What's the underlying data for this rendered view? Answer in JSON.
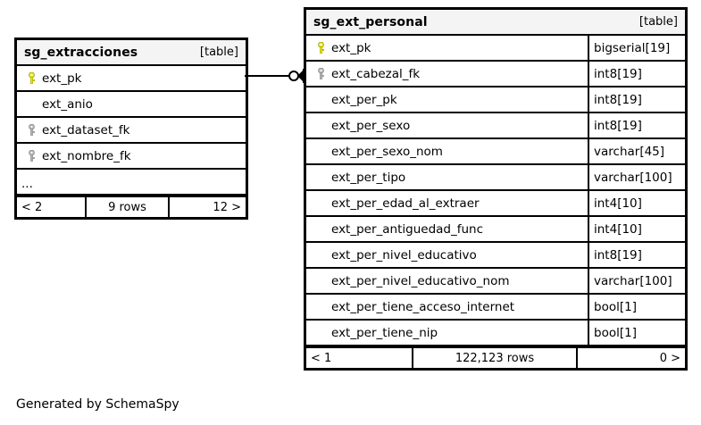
{
  "diagram": {
    "caption": "Generated by SchemaSpy",
    "table_tag": "[table]"
  },
  "tables": {
    "left": {
      "name": "sg_extracciones",
      "tag": "[table]",
      "columns": [
        {
          "key": "primary",
          "name": "ext_pk"
        },
        {
          "key": "none",
          "name": "ext_anio"
        },
        {
          "key": "foreign",
          "name": "ext_dataset_fk"
        },
        {
          "key": "foreign",
          "name": "ext_nombre_fk"
        }
      ],
      "ellipsis": "...",
      "footer": {
        "prev": "< 2",
        "rows": "9 rows",
        "next": "12 >"
      }
    },
    "right": {
      "name": "sg_ext_personal",
      "tag": "[table]",
      "columns": [
        {
          "key": "primary",
          "name": "ext_pk",
          "type": "bigserial[19]"
        },
        {
          "key": "foreign",
          "name": "ext_cabezal_fk",
          "type": "int8[19]"
        },
        {
          "key": "none",
          "name": "ext_per_pk",
          "type": "int8[19]"
        },
        {
          "key": "none",
          "name": "ext_per_sexo",
          "type": "int8[19]"
        },
        {
          "key": "none",
          "name": "ext_per_sexo_nom",
          "type": "varchar[45]"
        },
        {
          "key": "none",
          "name": "ext_per_tipo",
          "type": "varchar[100]"
        },
        {
          "key": "none",
          "name": "ext_per_edad_al_extraer",
          "type": "int4[10]"
        },
        {
          "key": "none",
          "name": "ext_per_antiguedad_func",
          "type": "int4[10]"
        },
        {
          "key": "none",
          "name": "ext_per_nivel_educativo",
          "type": "int8[19]"
        },
        {
          "key": "none",
          "name": "ext_per_nivel_educativo_nom",
          "type": "varchar[100]"
        },
        {
          "key": "none",
          "name": "ext_per_tiene_acceso_internet",
          "type": "bool[1]"
        },
        {
          "key": "none",
          "name": "ext_per_tiene_nip",
          "type": "bool[1]"
        }
      ],
      "footer": {
        "prev": "< 1",
        "rows": "122,123 rows",
        "next": "0 >"
      }
    }
  },
  "relationship": {
    "from_table": "sg_extracciones",
    "from_column": "ext_pk",
    "to_table": "sg_ext_personal",
    "to_column": "ext_cabezal_fk",
    "cardinality": "zero-or-many"
  },
  "colors": {
    "primary_key": "#e8e817",
    "foreign_key": "#b3b3b3",
    "border": "#000000",
    "header_bg": "#f4f4f4",
    "background": "#ffffff"
  }
}
